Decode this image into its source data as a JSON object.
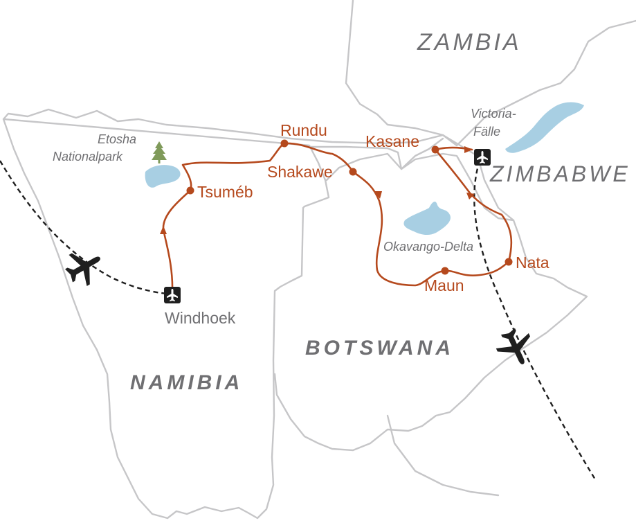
{
  "countries": {
    "zambia": "ZAMBIA",
    "zimbabwe": "ZIMBABWE",
    "botswana": "BOTSWANA",
    "namibia": "NAMIBIA"
  },
  "stops": {
    "rundu": "Rundu",
    "tsumeb": "Tsuméb",
    "shakawe": "Shakawe",
    "kasane": "Kasane",
    "maun": "Maun",
    "nata": "Nata"
  },
  "places": {
    "etosha_line1": "Etosha",
    "etosha_line2": "Nationalpark",
    "okavango": "Okavango-Delta",
    "victoria_line1": "Victoria-",
    "victoria_line2": "Fälle"
  },
  "airports": {
    "windhoek": "Windhoek"
  },
  "colors": {
    "route": "#b5491d",
    "border": "#c6c6c8",
    "water": "#a8cfe3",
    "label_gray": "#6f6f72",
    "park_tree": "#7f9a5a",
    "flight": "#1f1f1f"
  },
  "icons": [
    "airplane-icon",
    "airport-icon",
    "tree-icon"
  ]
}
